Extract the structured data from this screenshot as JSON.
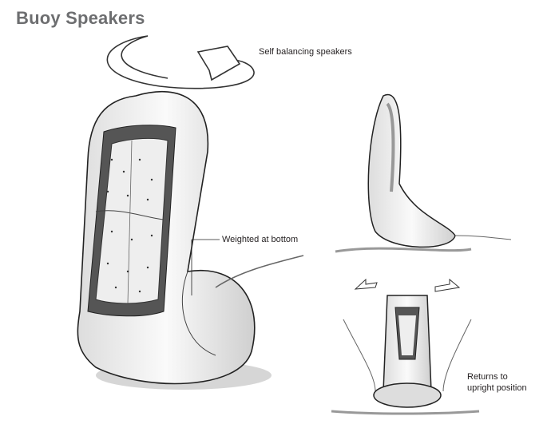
{
  "title": "Buoy Speakers",
  "annotations": {
    "self_balancing": "Self balancing speakers",
    "weighted": "Weighted at bottom",
    "returns_line1": "Returns to",
    "returns_line2": "upright position"
  }
}
